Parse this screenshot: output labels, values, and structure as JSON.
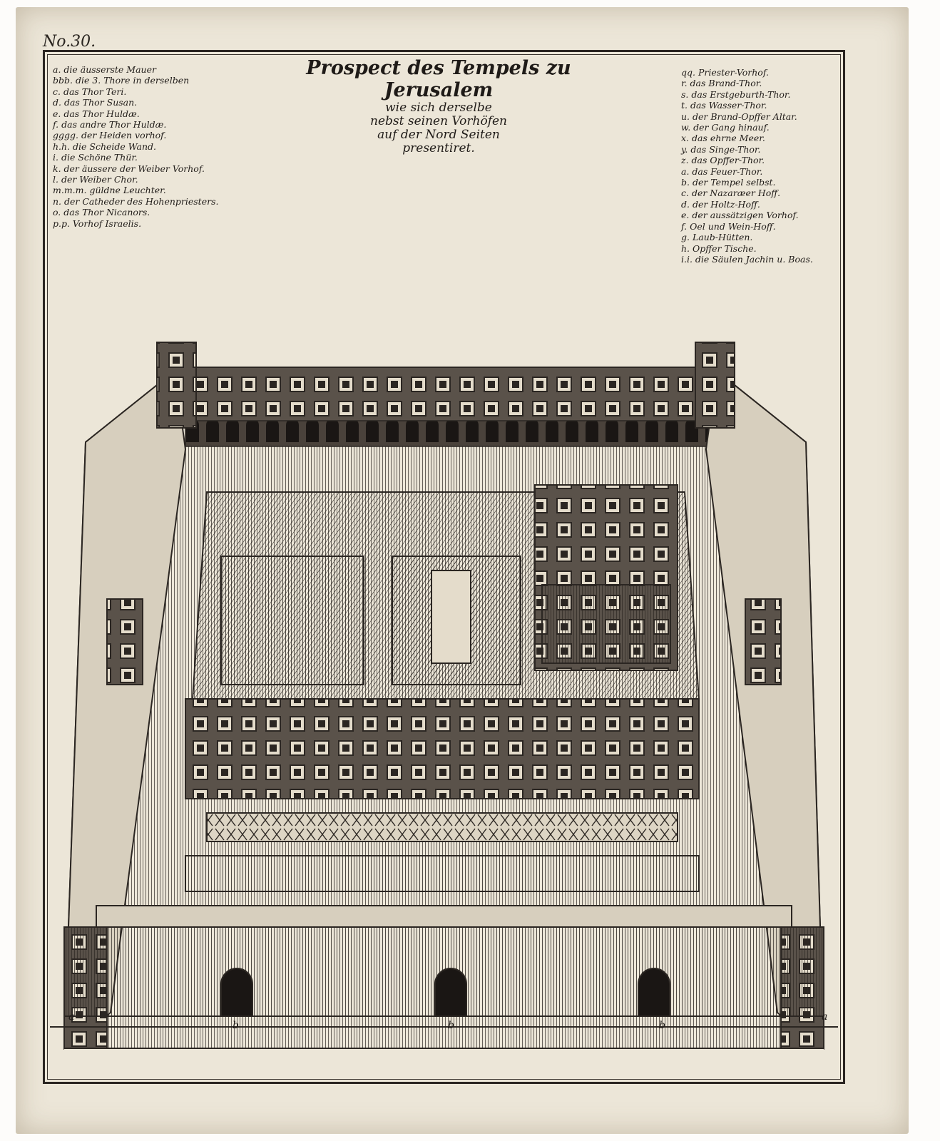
{
  "plate_number": "No.30.",
  "title": "Prospect des Tempels zu Jerusalem",
  "subtitle_lines": [
    "wie sich derselbe",
    "nebst seinen Vorhöfen",
    "auf der Nord Seiten",
    "presentiret."
  ],
  "legend_left": [
    "a. die äusserste Mauer",
    "bbb. die 3. Thore in derselben",
    "c. das Thor Teri.",
    "d. das Thor Susan.",
    "e. das Thor Huldæ.",
    "f. das andre Thor Huldæ.",
    "gggg. der Heiden vorhof.",
    "h.h. die Scheide Wand.",
    "i. die Schöne Thür.",
    "k. der äussere der Weiber Vorhof.",
    "l. der Weiber Chor.",
    "m.m.m. güldne Leuchter.",
    "n. der Catheder des Hohenpriesters.",
    "o. das Thor Nicanors.",
    "p.p. Vorhof Israelis."
  ],
  "legend_right": [
    "qq. Priester-Vorhof.",
    "r. das Brand-Thor.",
    "s. das Erstgeburth-Thor.",
    "t. das Wasser-Thor.",
    "u. der Brand-Opffer Altar.",
    "w. der Gang hinauf.",
    "x. das ehrne Meer.",
    "y. das Singe-Thor.",
    "z. das Opffer-Thor.",
    "a. das Feuer-Thor.",
    "b. der Tempel selbst.",
    "c. der Nazaræer Hoff.",
    "d. der Holtz-Hoff.",
    "e. der aussätzigen Vorhof.",
    "f. Oel und Wein-Hoff.",
    "g. Laub-Hütten.",
    "h. Opffer Tische.",
    "i.i. die Säulen Jachin u. Boas."
  ],
  "gate_letters": {
    "left_corner": "a",
    "gate_1": "b",
    "gate_2": "b",
    "gate_3": "b",
    "right_corner": "a"
  },
  "colors": {
    "paper": "#ece6d8",
    "ink": "#2b2622"
  }
}
